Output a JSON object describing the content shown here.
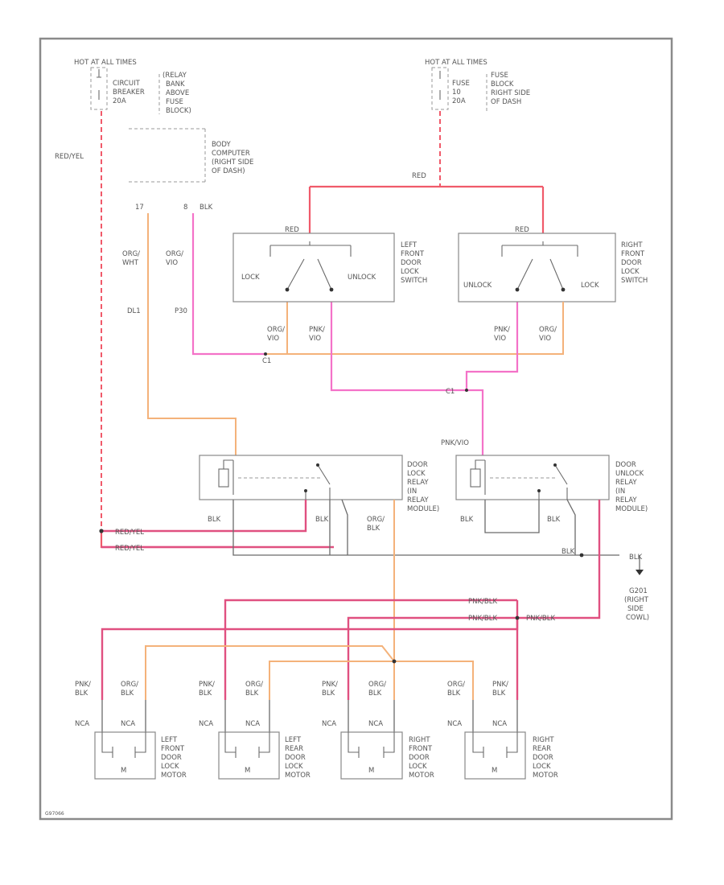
{
  "power": {
    "left": {
      "hot": "HOT AT ALL TIMES",
      "breaker": [
        "CIRCUIT",
        "BREAKER",
        "20A"
      ],
      "location": [
        "(RELAY",
        "BANK",
        "ABOVE",
        "FUSE",
        "BLOCK)"
      ],
      "wire": "RED/YEL"
    },
    "right": {
      "hot": "HOT AT ALL TIMES",
      "fuse": [
        "FUSE",
        "10",
        "20A"
      ],
      "location": [
        "FUSE",
        "BLOCK",
        "RIGHT SIDE",
        "OF DASH"
      ],
      "wire": "RED"
    }
  },
  "body_computer": {
    "lines": [
      "BODY",
      "COMPUTER",
      "(RIGHT SIDE",
      "OF DASH)"
    ],
    "pin_left": "17",
    "pin_right": "8",
    "wire_blk": "BLK",
    "wire_left": [
      "ORG/",
      "WHT"
    ],
    "wire_right": [
      "ORG/",
      "VIO"
    ],
    "conn_left": "DL1",
    "conn_right": "P30"
  },
  "left_switch": {
    "supply": "RED",
    "lock": "LOCK",
    "unlock": "UNLOCK",
    "name": [
      "LEFT",
      "FRONT",
      "DOOR",
      "LOCK",
      "SWITCH"
    ],
    "out_left": [
      "ORG/",
      "VIO"
    ],
    "out_right": [
      "PNK/",
      "VIO"
    ]
  },
  "right_switch": {
    "supply": "RED",
    "lock": "LOCK",
    "unlock": "UNLOCK",
    "name": [
      "RIGHT",
      "FRONT",
      "DOOR",
      "LOCK",
      "SWITCH"
    ],
    "out_left": [
      "PNK/",
      "VIO"
    ],
    "out_right": [
      "ORG/",
      "VIO"
    ]
  },
  "splice_left": "C1",
  "splice_right": "C1",
  "lock_relay": {
    "name": [
      "DOOR",
      "LOCK",
      "RELAY",
      "(IN",
      "RELAY",
      "MODULE)"
    ],
    "blk1": "BLK",
    "blk2": "BLK",
    "out": [
      "ORG/",
      "BLK"
    ]
  },
  "unlock_relay": {
    "input": "PNK/VIO",
    "name": [
      "DOOR",
      "UNLOCK",
      "RELAY",
      "(IN",
      "RELAY",
      "MODULE)"
    ],
    "blk1": "BLK",
    "blk2": "BLK"
  },
  "feeds": {
    "red1": "RED/YEL",
    "red2": "RED/YEL"
  },
  "ground": {
    "wire": "BLK",
    "label": "BLK",
    "name": [
      "G201",
      "(RIGHT",
      "SIDE",
      "COWL)"
    ]
  },
  "motor_bus": {
    "label1": "PNK/BLK",
    "label2": "PNK/BLK",
    "label3": "PNK/BLK"
  },
  "motors": [
    {
      "wire_a": [
        "PNK/",
        "BLK"
      ],
      "wire_b": [
        "ORG/",
        "BLK"
      ],
      "name": [
        "LEFT",
        "FRONT",
        "DOOR",
        "LOCK",
        "MOTOR"
      ]
    },
    {
      "wire_a": [
        "PNK/",
        "BLK"
      ],
      "wire_b": [
        "ORG/",
        "BLK"
      ],
      "name": [
        "LEFT",
        "REAR",
        "DOOR",
        "LOCK",
        "MOTOR"
      ]
    },
    {
      "wire_a": [
        "PNK/",
        "BLK"
      ],
      "wire_b": [
        "ORG/",
        "BLK"
      ],
      "name": [
        "RIGHT",
        "FRONT",
        "DOOR",
        "LOCK",
        "MOTOR"
      ]
    },
    {
      "wire_a": [
        "ORG/",
        "BLK"
      ],
      "wire_b": [
        "PNK/",
        "BLK"
      ],
      "name": [
        "RIGHT",
        "REAR",
        "DOOR",
        "LOCK",
        "MOTOR"
      ]
    }
  ],
  "motor_pin_label": "NCA",
  "motor_symbol": "M",
  "figure_id": "G97066"
}
